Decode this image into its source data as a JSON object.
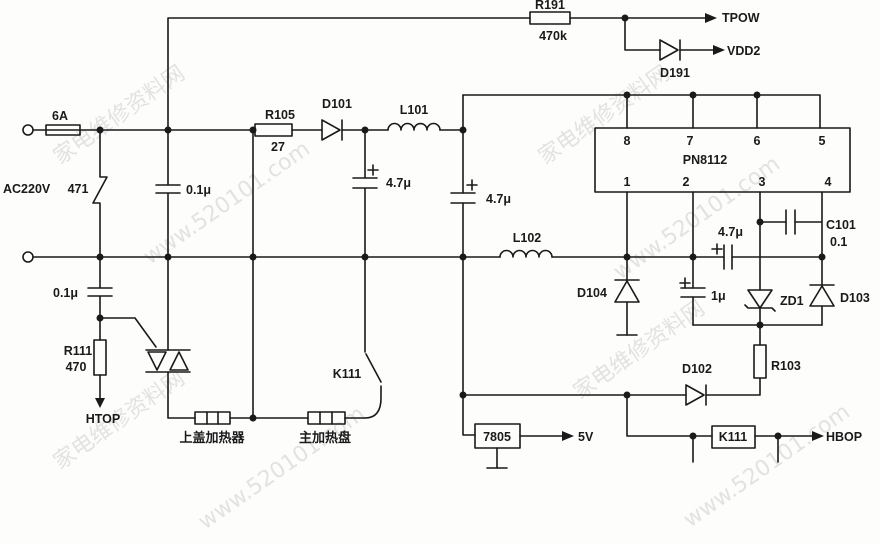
{
  "components": {
    "fuse": {
      "value": "6A"
    },
    "input": {
      "label": "AC220V"
    },
    "varistor": {
      "value": "471"
    },
    "c_input": {
      "value": "0.1μ"
    },
    "r105": {
      "name": "R105",
      "value": "27"
    },
    "d101": {
      "name": "D101"
    },
    "l101": {
      "name": "L101"
    },
    "c_d101": {
      "value": "4.7μ"
    },
    "c_l101": {
      "value": "4.7μ"
    },
    "r191": {
      "name": "R191",
      "value": "470k"
    },
    "tpow": {
      "label": "TPOW"
    },
    "d191": {
      "name": "D191"
    },
    "vdd2": {
      "label": "VDD2"
    },
    "ic": {
      "name": "PN8112",
      "pins_top": [
        "8",
        "7",
        "6",
        "5"
      ],
      "pins_bottom": [
        "1",
        "2",
        "3",
        "4"
      ]
    },
    "l102": {
      "name": "L102"
    },
    "c101": {
      "name": "C101",
      "value": "0.1"
    },
    "c_pin23": {
      "value": "4.7μ"
    },
    "d104": {
      "name": "D104"
    },
    "c_pin2": {
      "value": "1μ"
    },
    "zd1": {
      "name": "ZD1"
    },
    "d103": {
      "name": "D103"
    },
    "c_gate": {
      "value": "0.1μ"
    },
    "r111": {
      "name": "R111",
      "value": "470"
    },
    "htop": {
      "label": "HTOP"
    },
    "k111_switch": {
      "name": "K111"
    },
    "top_heater": {
      "label": "上盖加热器"
    },
    "main_heater": {
      "label": "主加热盘"
    },
    "d102": {
      "name": "D102"
    },
    "r103": {
      "name": "R103"
    },
    "regulator": {
      "name": "7805"
    },
    "v5": {
      "label": "5V"
    },
    "k111_relay": {
      "name": "K111"
    },
    "hbop": {
      "label": "HBOP"
    }
  },
  "watermark": {
    "text_cn": "家电维修资料网",
    "text_url": "www.520101.com"
  },
  "colors": {
    "ink": "#1a1a1a",
    "paper": "#fdfdfc",
    "watermark": "#c8c8c8"
  }
}
